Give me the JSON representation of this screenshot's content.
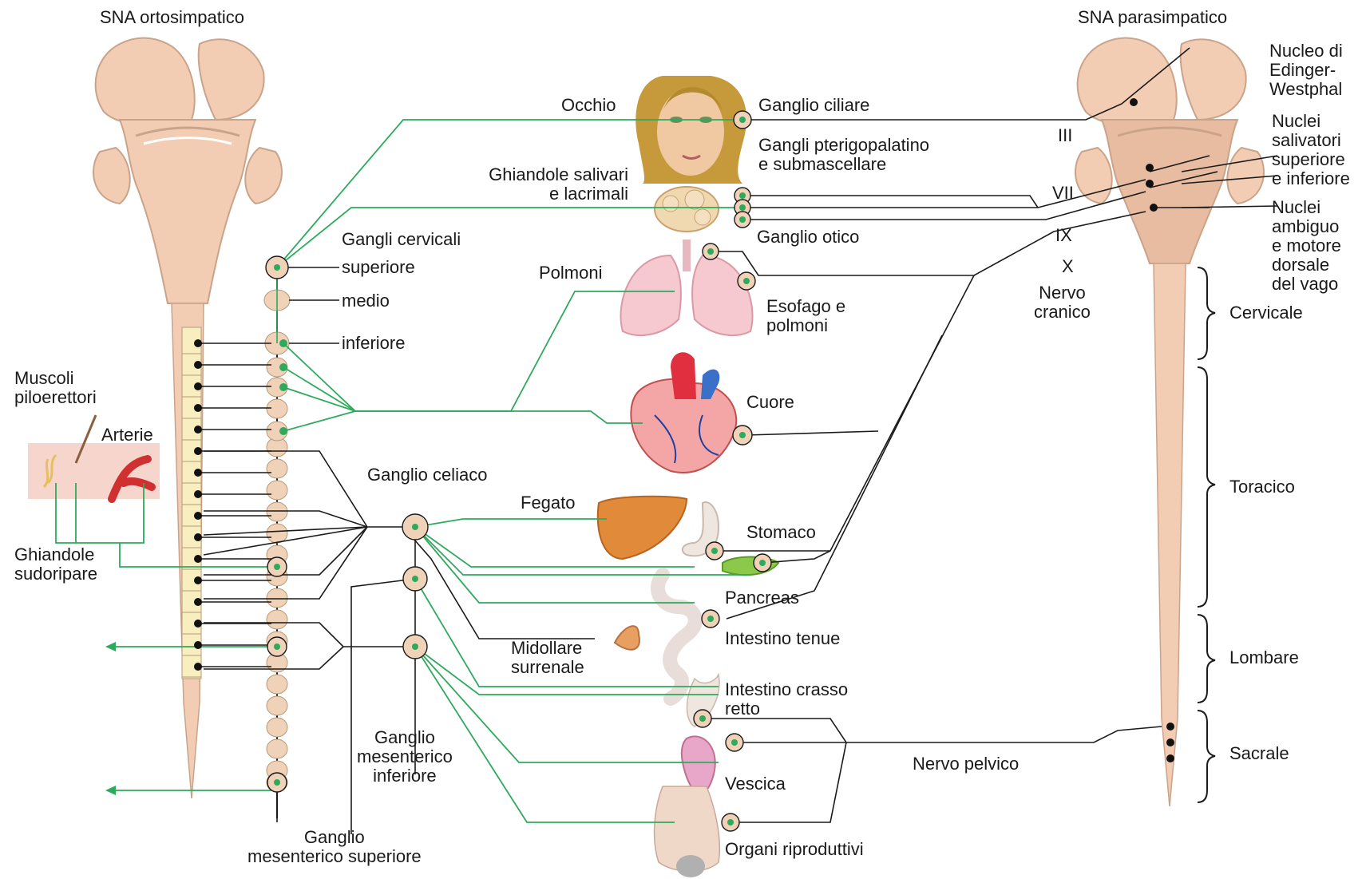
{
  "sympathetic": {
    "title": "SNA ortosimpatico",
    "cervical_ganglia_heading": "Gangli cervicali",
    "cervical_superior": "superiore",
    "cervical_middle": "medio",
    "cervical_inferior": "inferiore",
    "celiac_ganglion": "Ganglio celiaco",
    "inferior_mesenteric": "Ganglio\nmesenterico\ninferiore",
    "superior_mesenteric": "Ganglio\nmesenterico superiore",
    "piloerector": "Muscoli\npiloerettori",
    "arteries": "Arterie",
    "sweat_glands": "Ghiandole\nsudoripare"
  },
  "parasympathetic": {
    "title": "SNA parasimpatico",
    "edinger_westphal": "Nucleo di\nEdinger-\nWestphal",
    "salivatory_nuclei": "Nuclei\nsalivatori\nsuperiore\ne inferiore",
    "ambiguus_nuclei": "Nuclei\nambiguo\ne motore\ndorsale\ndel vago",
    "nerve_III": "III",
    "nerve_VII": "VII",
    "nerve_IX": "IX",
    "nerve_X": "X",
    "cranial_nerve": "Nervo\ncranico",
    "pelvic_nerve": "Nervo pelvico",
    "ciliary_ganglion": "Ganglio ciliare",
    "pterygopalatine": "Gangli pterigopalatino\ne submascellare",
    "otic_ganglion": "Ganglio otico",
    "esophagus_lungs": "Esofago e\npolmoni"
  },
  "organs": {
    "eye": "Occhio",
    "glands": "Ghiandole salivari\ne lacrimali",
    "lungs": "Polmoni",
    "heart": "Cuore",
    "liver": "Fegato",
    "stomach": "Stomaco",
    "pancreas": "Pancreas",
    "adrenal": "Midollare\nsurrenale",
    "small_intestine": "Intestino tenue",
    "large_intestine": "Intestino crasso\nretto",
    "bladder": "Vescica",
    "reproductive": "Organi riproduttivi"
  },
  "regions": {
    "cervical": "Cervicale",
    "thoracic": "Toracico",
    "lumbar": "Lombare",
    "sacral": "Sacrale"
  },
  "colors": {
    "nerve_green": "#2eaa5c",
    "nerve_black": "#1a1a1a",
    "cns_tissue": "#f2cdb4",
    "ganglion_fill": "#f0d2b8",
    "neuron_dot": "#111111"
  }
}
